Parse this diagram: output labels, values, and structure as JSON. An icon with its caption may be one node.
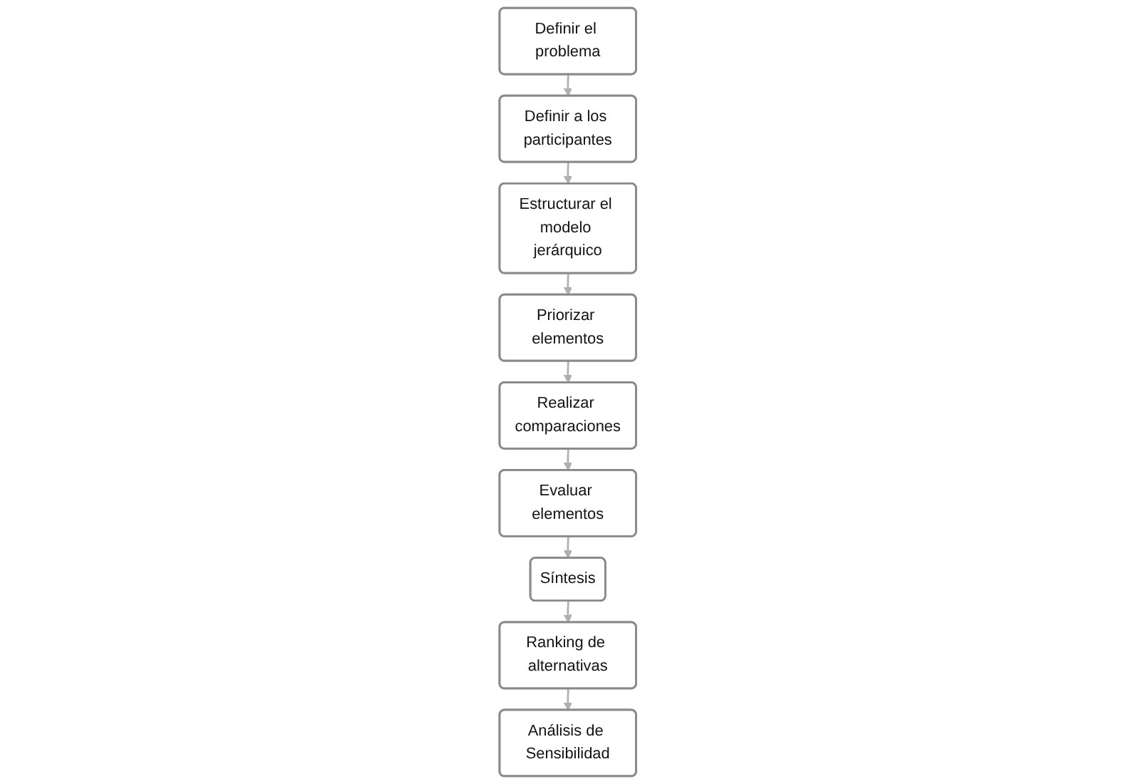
{
  "diagram": {
    "nodes": [
      {
        "text": [
          "Definir el problema"
        ]
      },
      {
        "text": [
          "Definir a los participantes"
        ]
      },
      {
        "text": [
          "Estructurar el modelo jerárquico"
        ]
      },
      {
        "text": [
          "Evaluar elementos"
        ]
      },
      {
        "text": [
          "Realizar comparaciones"
        ]
      },
      {
        "text": [
          "Priorizar elementos"
        ]
      },
      {
        "text": [
          "Síntesis"
        ]
      },
      {
        "text": [
          "Ranking de alternativas"
        ]
      },
      {
        "text": [
          "Análisis de Sensibilidad"
        ]
      }
    ],
    "edges": [
      {
        "from": 0,
        "to": 1,
        "arrow": "to"
      },
      {
        "from": 1,
        "to": 2,
        "arrow": "to"
      },
      {
        "from": 2,
        "to": 5,
        "arrow": "to"
      },
      {
        "from": 5,
        "to": 4,
        "arrow": "to"
      },
      {
        "from": 4,
        "to": 3,
        "arrow": "to"
      },
      {
        "from": 3,
        "to": 6,
        "arrow": "to"
      },
      {
        "from": 6,
        "to": 7,
        "arrow": "to"
      },
      {
        "from": 7,
        "to": 8,
        "arrow": "to"
      }
    ]
  }
}
